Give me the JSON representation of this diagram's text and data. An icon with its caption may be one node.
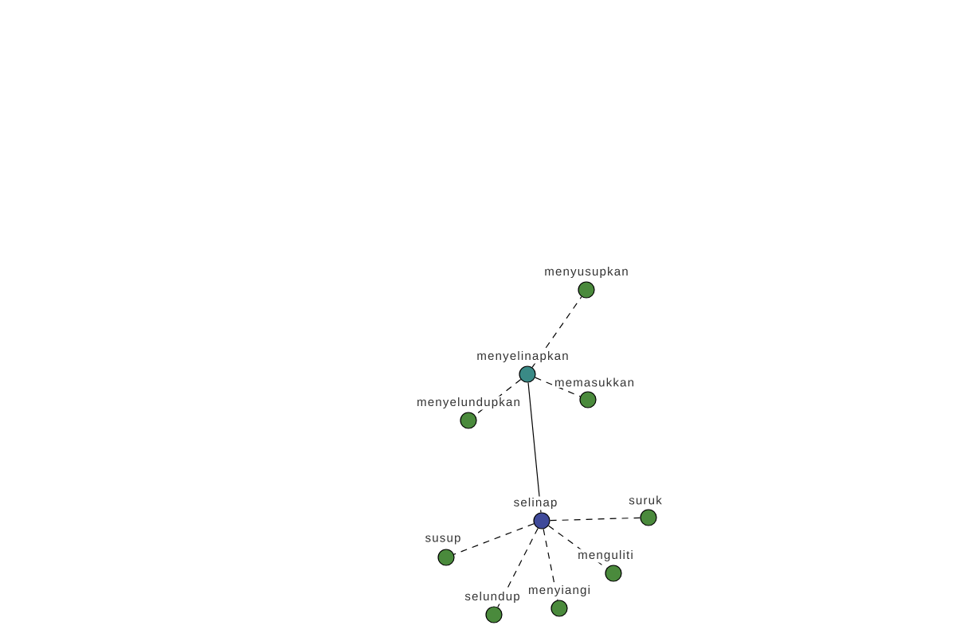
{
  "diagram": {
    "nodes": [
      {
        "text": [
          "menyusupkan"
        ]
      },
      {
        "text": [
          "menyelinapkan"
        ]
      },
      {
        "text": [
          "memasukkan"
        ]
      },
      {
        "text": [
          "menyelundupkan"
        ]
      },
      {
        "text": [
          "selinap"
        ]
      },
      {
        "text": [
          "suruk"
        ]
      },
      {
        "text": [
          "susup"
        ]
      },
      {
        "text": [
          "menguliti"
        ]
      },
      {
        "text": [
          "menyiangi"
        ]
      },
      {
        "text": [
          "selundup"
        ]
      }
    ],
    "edges": [
      {
        "from": 1,
        "to": 0,
        "arrow": "none",
        "style": "dashed"
      },
      {
        "from": 1,
        "to": 2,
        "arrow": "none",
        "style": "dashed"
      },
      {
        "from": 1,
        "to": 3,
        "arrow": "none",
        "style": "dashed"
      },
      {
        "from": 4,
        "to": 1,
        "arrow": "none"
      },
      {
        "from": 4,
        "to": 5,
        "arrow": "none",
        "style": "dashed"
      },
      {
        "from": 4,
        "to": 6,
        "arrow": "none",
        "style": "dashed"
      },
      {
        "from": 4,
        "to": 7,
        "arrow": "none",
        "style": "dashed"
      },
      {
        "from": 4,
        "to": 8,
        "arrow": "none",
        "style": "dashed"
      },
      {
        "from": 4,
        "to": 9,
        "arrow": "none",
        "style": "dashed"
      }
    ]
  }
}
